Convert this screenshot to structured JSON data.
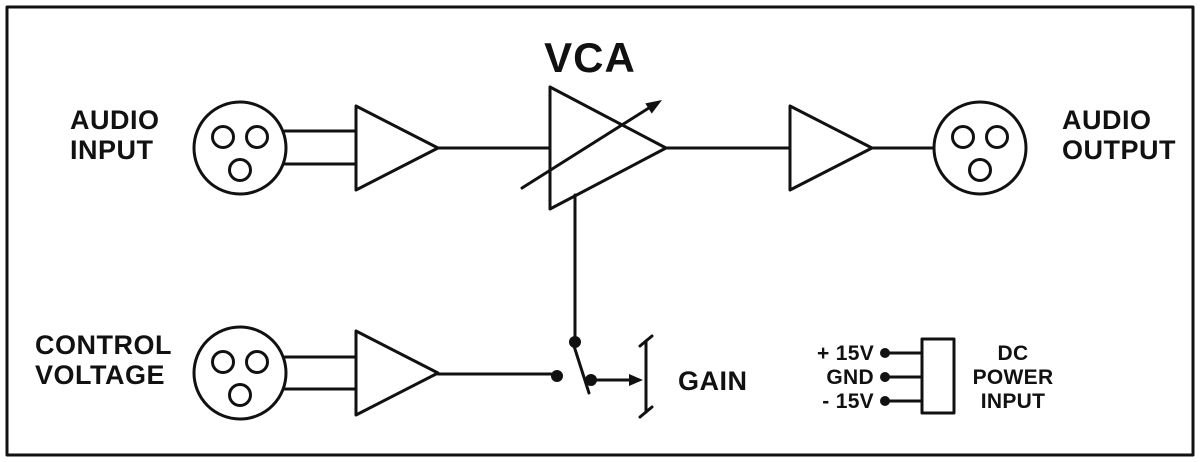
{
  "title": "VCA",
  "labels": {
    "audio_input": {
      "line1": "AUDIO",
      "line2": "INPUT"
    },
    "audio_output": {
      "line1": "AUDIO",
      "line2": "OUTPUT"
    },
    "control_voltage": {
      "line1": "CONTROL",
      "line2": "VOLTAGE"
    },
    "gain": "GAIN"
  },
  "power": {
    "plus": "+ 15V",
    "gnd": "GND",
    "minus": "- 15V",
    "connector_label": {
      "line1": "DC",
      "line2": "POWER",
      "line3": "INPUT"
    }
  },
  "colors": {
    "ink": "#111111",
    "background": "#ffffff"
  }
}
